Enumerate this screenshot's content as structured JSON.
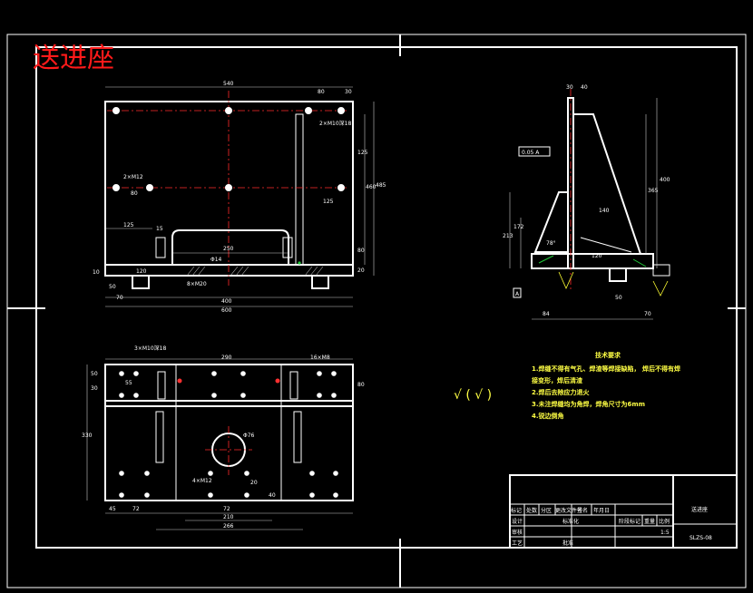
{
  "title": "送进座",
  "tech_requirements": {
    "heading": "技术要求",
    "items": [
      "1.焊缝不得有气孔、焊渣等焊接缺陷，  焊后不得有焊",
      "接变形，焊后清渣",
      "2.焊后去除应力退火",
      "3.未注焊缝均为角焊，焊角尺寸为6mm",
      "4.锐边倒角"
    ]
  },
  "roughness_symbol": "√ ( √ )",
  "title_block": {
    "part_name": "送进座",
    "drawing_no": "SLZS-08",
    "scale": "1:5",
    "row_labels": [
      "标记",
      "处数",
      "分区",
      "更改文件号",
      "签名",
      "年月日"
    ],
    "designer_label": "设计",
    "standard_label": "标准化",
    "review_label": "审核",
    "process_label": "工艺",
    "approve_label": "批准",
    "stage_label": "阶段标记",
    "weight_label": "重量",
    "scale_label": "比例"
  },
  "front_view_dims": {
    "width_top": "540",
    "d80": "80",
    "d30": "30",
    "hole_note": "2×M10深18",
    "holes_2xm12": "2×M12",
    "d80b": "80",
    "d125": "125",
    "d125b": "125",
    "d460": "460",
    "d485": "485",
    "d15": "15",
    "d250": "250",
    "d14": "Φ14",
    "d8x20": "8×M20",
    "d120": "120",
    "d80c": "80",
    "d20": "20",
    "d10": "10",
    "d400": "400",
    "d600": "600",
    "d70": "70",
    "d50": "50"
  },
  "side_view_dims": {
    "d30": "30",
    "d40": "40",
    "d400": "400",
    "d365": "365",
    "d140": "140",
    "d120": "120",
    "d213": "213",
    "d172": "172",
    "d78": "78°",
    "d50": "50",
    "d84": "84",
    "d70": "70",
    "datum": "A",
    "flatness": "0.05 A"
  },
  "top_view_dims": {
    "d3xm10": "3×M10深18",
    "d290": "290",
    "d16xm8": "16×M8",
    "d55": "55",
    "d30": "30",
    "d50": "50",
    "d80": "80",
    "d72": "72",
    "d330": "330",
    "d76": "Φ76",
    "d4xm12": "4×M12",
    "d72b": "72",
    "d210": "210",
    "d266": "266",
    "d20": "20",
    "d45": "45",
    "d40": "40"
  }
}
